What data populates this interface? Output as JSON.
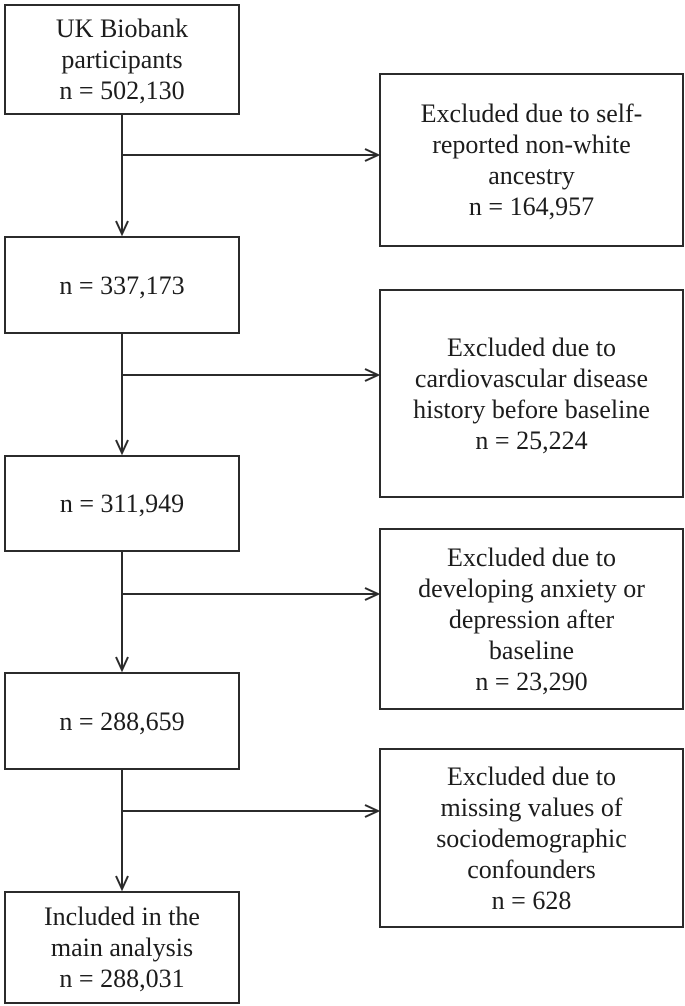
{
  "flowchart": {
    "main_boxes": [
      {
        "lines": [
          "UK Biobank",
          "participants",
          "n = 502,130"
        ]
      },
      {
        "lines": [
          "n = 337,173"
        ]
      },
      {
        "lines": [
          "n = 311,949"
        ]
      },
      {
        "lines": [
          "n = 288,659"
        ]
      },
      {
        "lines": [
          "Included in the",
          "main analysis",
          "n = 288,031"
        ]
      }
    ],
    "exclusion_boxes": [
      {
        "lines": [
          "Excluded due to self-",
          "reported non-white",
          "ancestry",
          "n = 164,957"
        ]
      },
      {
        "lines": [
          "Excluded due to",
          "cardiovascular disease",
          "history before baseline",
          "n = 25,224"
        ]
      },
      {
        "lines": [
          "Excluded due to",
          "developing anxiety or",
          "depression after",
          "baseline",
          "n = 23,290"
        ]
      },
      {
        "lines": [
          "Excluded due to",
          "missing values of",
          "sociodemographic",
          "confounders",
          "n = 628"
        ]
      }
    ]
  },
  "colors": {
    "stroke": "#2b2b2b",
    "text": "#1c1c1c",
    "background": "#ffffff"
  }
}
